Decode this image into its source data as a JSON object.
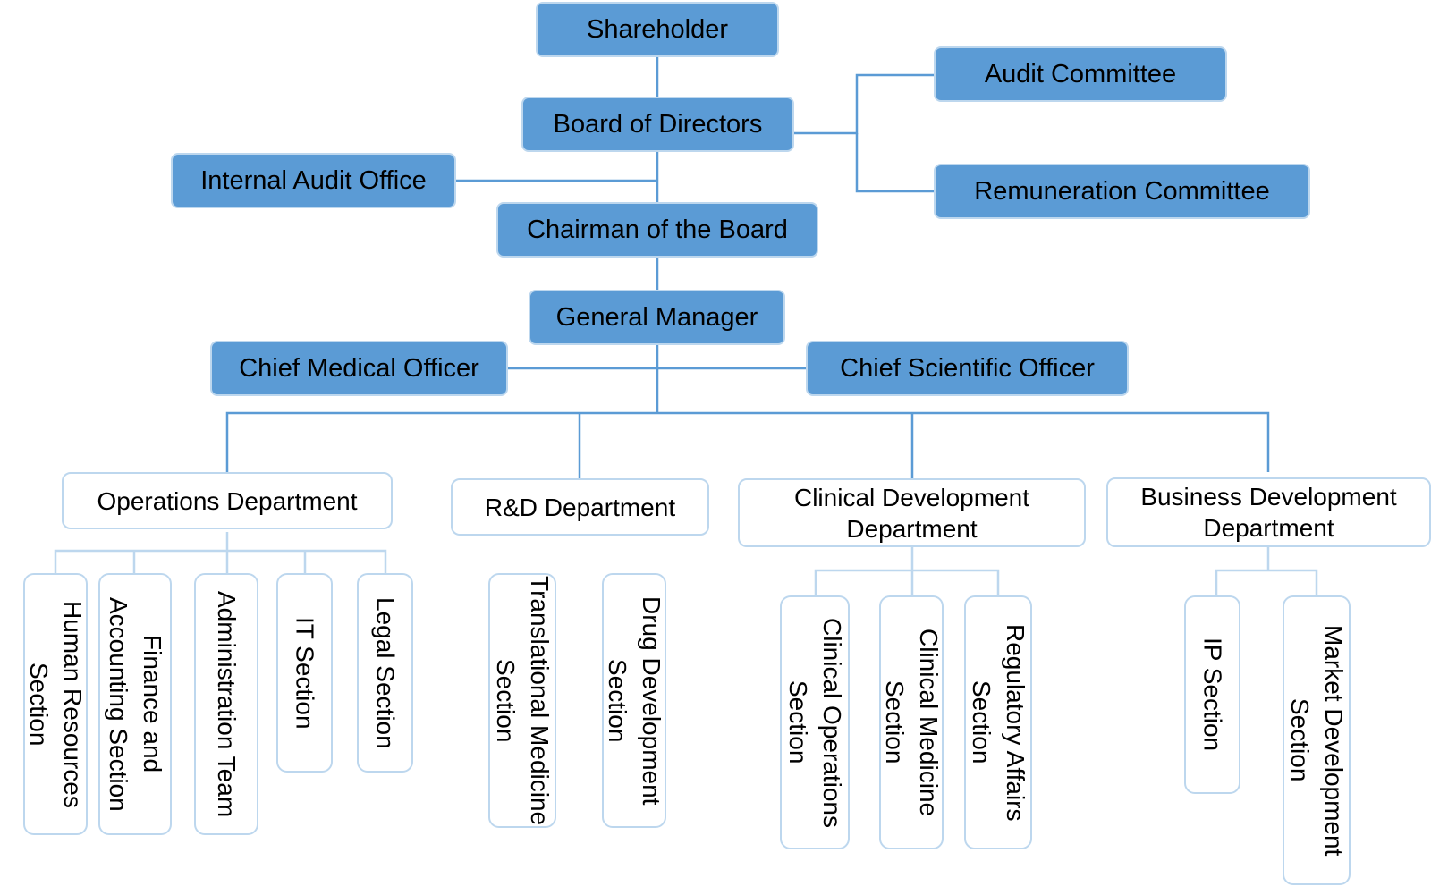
{
  "title": "Organizational Chart",
  "colors": {
    "executive_fill": "#5b9bd5",
    "box_border": "#bdd7ee",
    "connector": "#5b9bd5",
    "sub_connector": "#bdd7ee"
  },
  "executive": {
    "shareholder": "Shareholder",
    "board": "Board of Directors",
    "audit_committee": "Audit Committee",
    "remuneration_committee": "Remuneration Committee",
    "internal_audit": "Internal Audit Office",
    "chairman": "Chairman of the Board",
    "general_manager": "General Manager",
    "cmo": "Chief Medical Officer",
    "cso": "Chief Scientific Officer"
  },
  "departments": [
    {
      "name": "Operations Department",
      "sections": [
        "Human Resources Section",
        "Finance and Accounting Section",
        "Administration Team",
        "IT Section",
        "Legal Section"
      ]
    },
    {
      "name": "R&D Department",
      "sections": [
        "Translational Medicine Section",
        "Drug Development Section"
      ]
    },
    {
      "name": "Clinical Development Department",
      "sections": [
        "Clinical Operations Section",
        "Clinical Medicine Section",
        "Regulatory Affairs Section"
      ]
    },
    {
      "name": "Business Development Department",
      "sections": [
        "IP Section",
        "Market Development Section"
      ]
    }
  ]
}
